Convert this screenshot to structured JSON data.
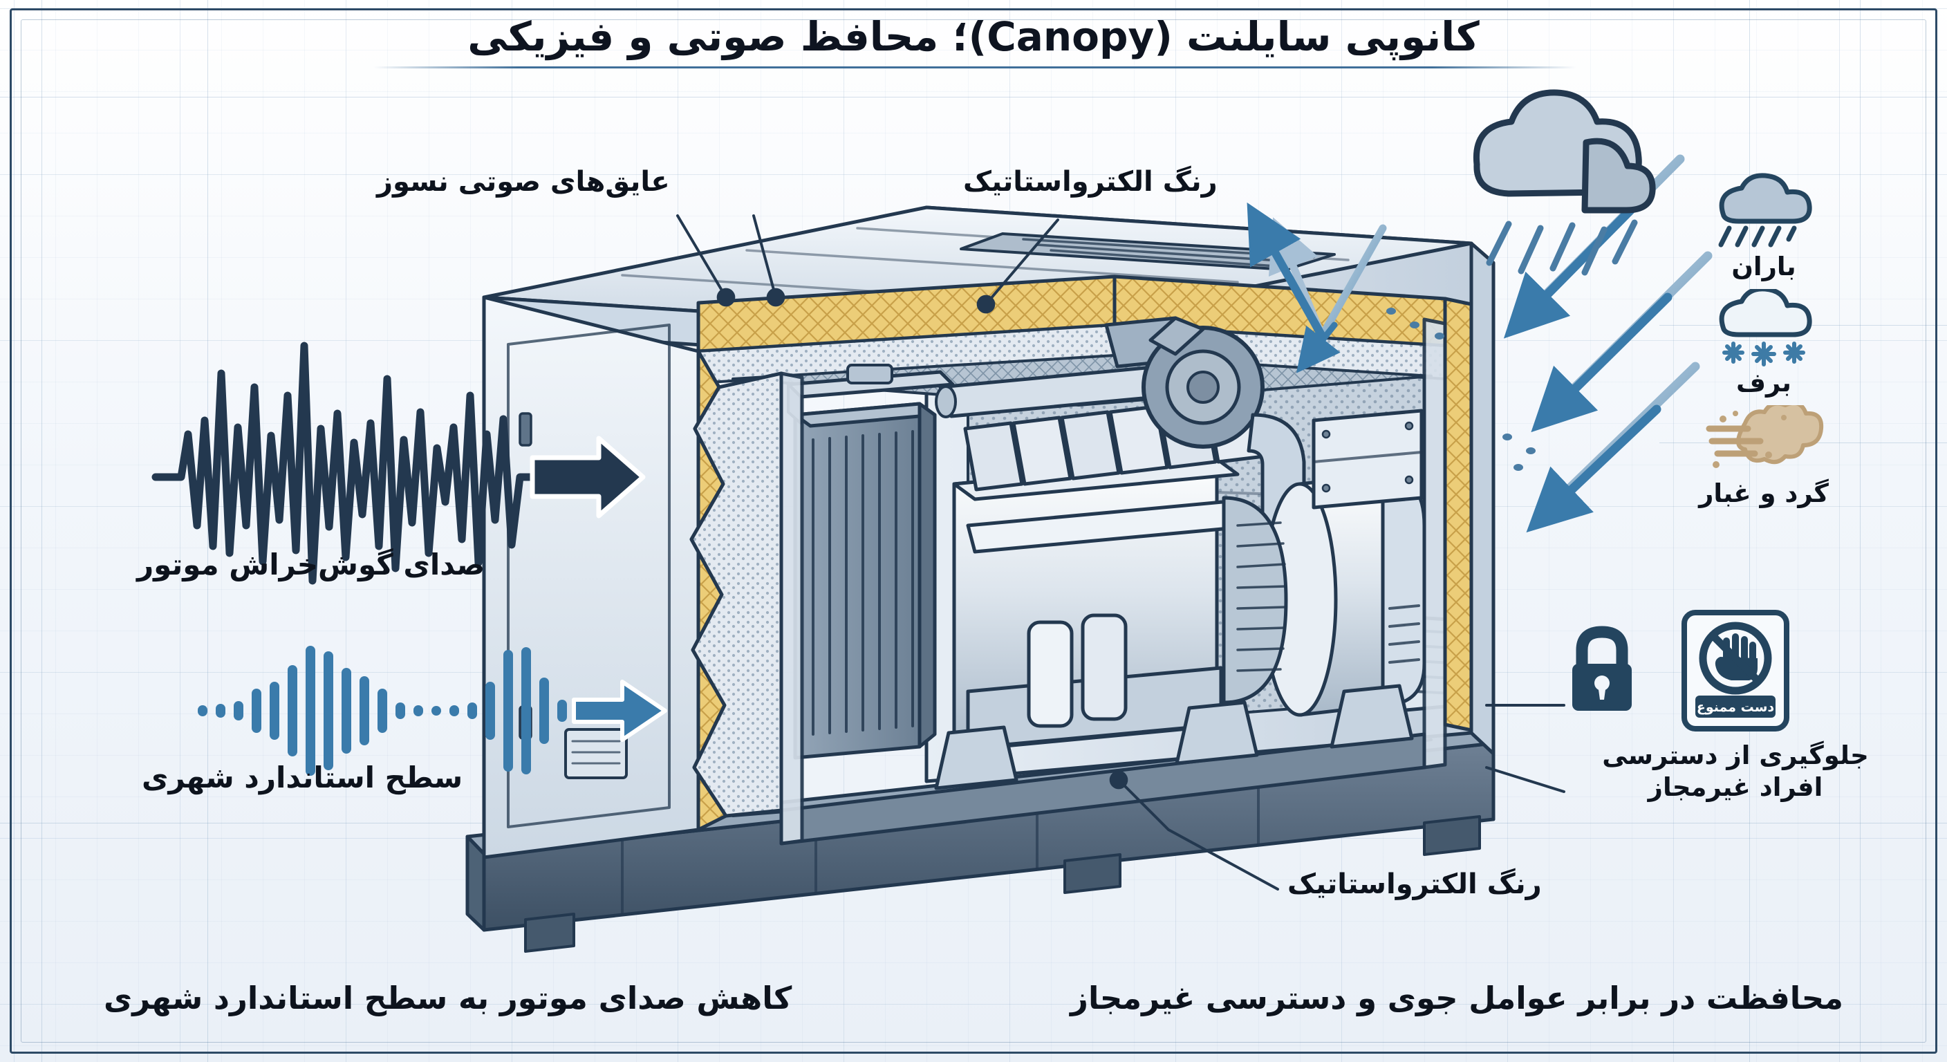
{
  "title": "کانوپی سایلنت (Canopy)؛ محافظ صوتی و فیزیکی",
  "callouts": {
    "insulation": "عایق‌های صوتی نسوز",
    "paint_top": "رنگ الکترواستاتیک",
    "paint_bottom": "رنگ الکترواستاتیک",
    "engine_noise": "صدای گوش‌خراش موتور",
    "urban_standard": "سطح استاندارد شهری"
  },
  "weather": {
    "rain": {
      "label": "باران",
      "icon": "rain-cloud-icon"
    },
    "snow": {
      "label": "برف",
      "icon": "snow-cloud-icon"
    },
    "dust": {
      "label": "گرد و غبار",
      "icon": "dust-wind-icon"
    }
  },
  "security": {
    "sign_text": "دست ممنوع",
    "caption_line1": "جلوگیری از دسترسی",
    "caption_line2": "افراد غیرمجاز",
    "lock_icon": "padlock-icon",
    "sign_icon": "no-hand-sign-icon"
  },
  "footer": {
    "left": "کاهش صدای موتور به سطح استاندارد شهری",
    "right": "محافظت در برابر عوامل جوی و دسترسی غیرمجاز"
  },
  "colors": {
    "ink": "#23384f",
    "frame": "#2d4a66",
    "accent_blue": "#3a7bab",
    "insulation_yellow": "#e8c56a",
    "panel_light": "#dfe7ef",
    "panel_mid": "#b9c7d6",
    "panel_dark": "#8fa2b5",
    "dust_tan": "#c9ad86",
    "background": "#f2f6fb"
  }
}
